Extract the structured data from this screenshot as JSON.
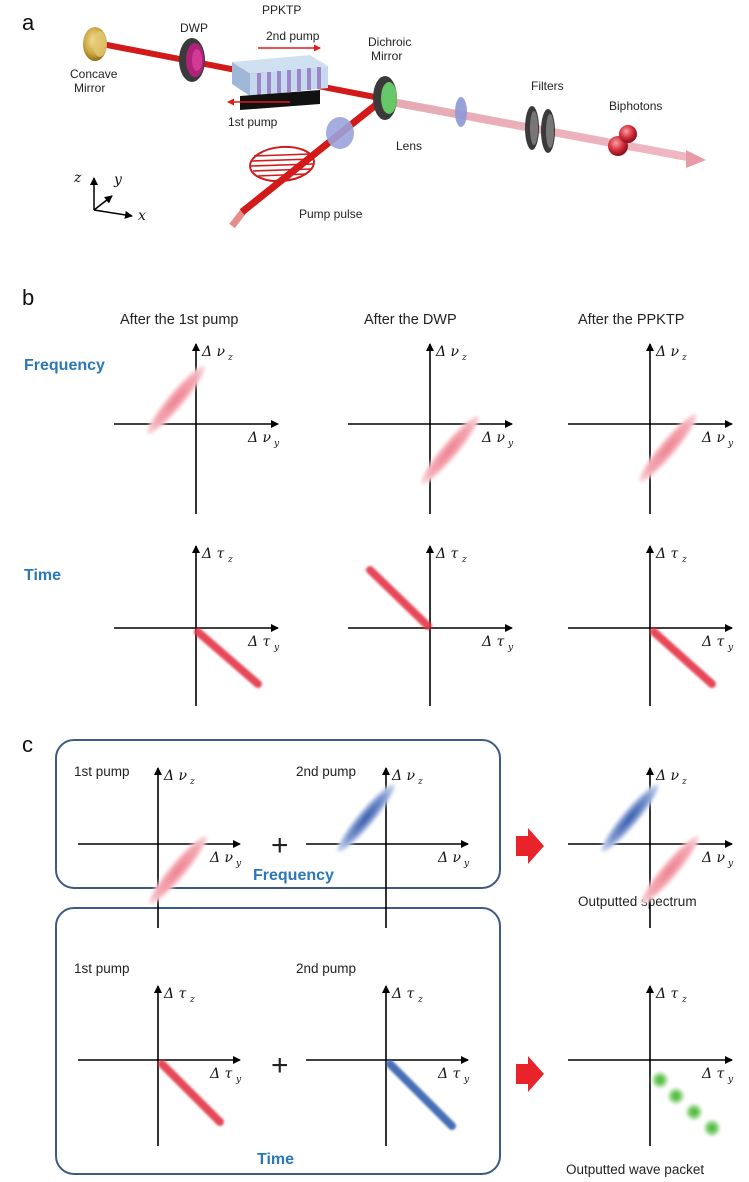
{
  "panels": {
    "a": "a",
    "b": "b",
    "c": "c"
  },
  "setup": {
    "concave_mirror": "Concave\nMirror",
    "dwp": "DWP",
    "ppktp": "PPKTP",
    "second_pump": "2nd pump",
    "first_pump": "1st pump",
    "dichroic_mirror": "Dichroic\nMirror",
    "lens": "Lens",
    "filters": "Filters",
    "biphotons": "Biphotons",
    "pump_pulse": "Pump pulse",
    "axis_z": "z",
    "axis_y": "y",
    "axis_x": "x"
  },
  "panel_b": {
    "columns": [
      "After the 1st pump",
      "After the DWP",
      "After the PPKTP"
    ],
    "rows": [
      "Frequency",
      "Time"
    ]
  },
  "panel_c": {
    "freq_box_title": "Frequency",
    "time_box_title": "Time",
    "first_pump": "1st pump",
    "second_pump": "2nd pump",
    "plus": "+",
    "output_spectrum": "Outputted spectrum",
    "output_wave_packet": "Outputted wave packet"
  },
  "axes": {
    "delta": "Δ",
    "nu": "ν",
    "tau": "τ",
    "sub_y": "y",
    "sub_z": "z"
  },
  "colors": {
    "red_mark": "#e8485a",
    "pink_mark": "#f29aa6",
    "blue_mark": "#3a66b8",
    "green_mark": "#5cc24a",
    "beam": "#d21a1a",
    "title_blue": "#2a78b8"
  }
}
